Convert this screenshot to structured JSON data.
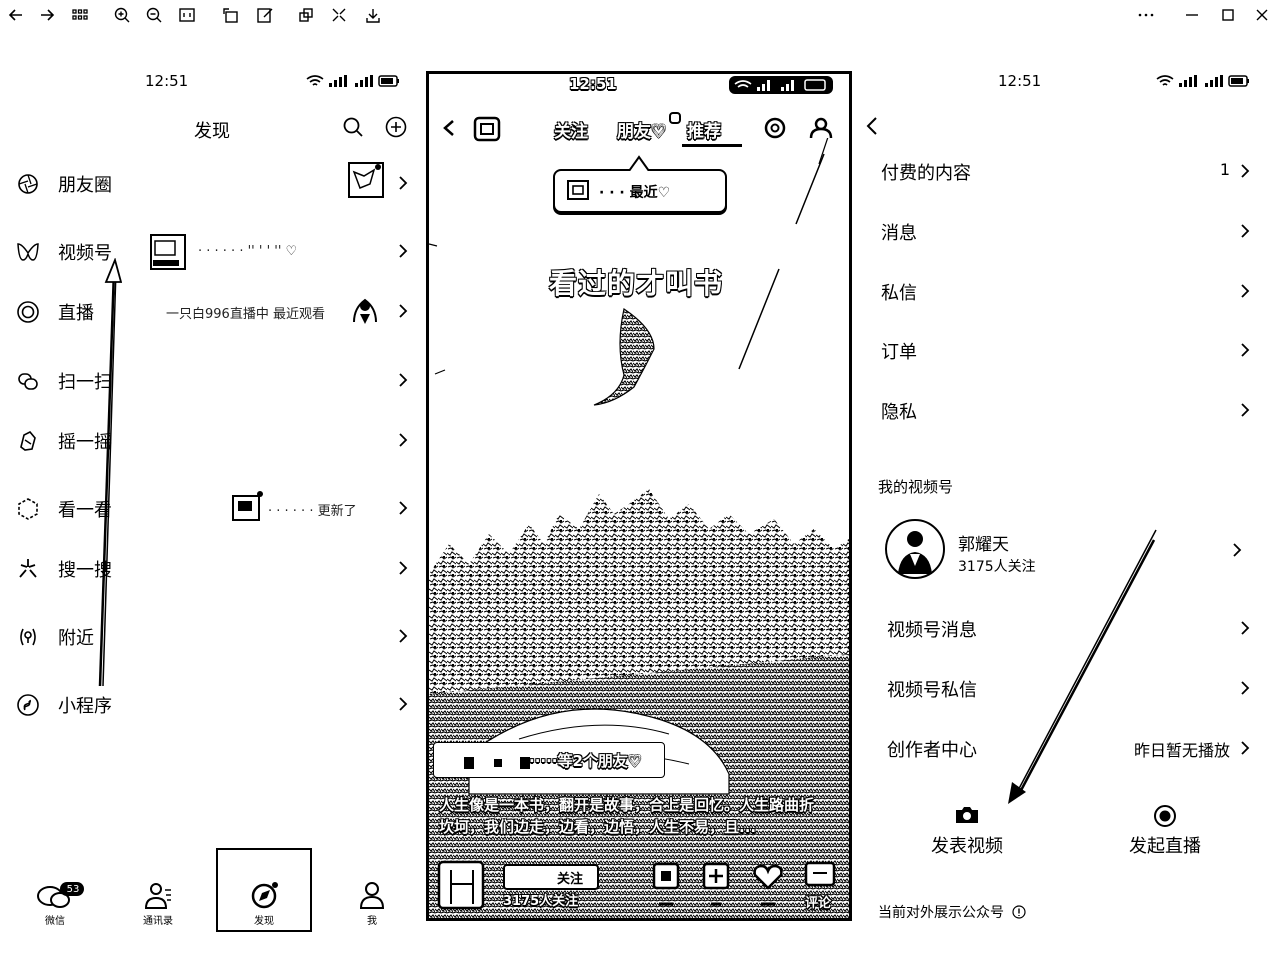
{
  "left": {
    "status_time": "12:51",
    "title": "发现",
    "menu": [
      {
        "label": "朋友圈",
        "trail": ""
      },
      {
        "label": "视频号",
        "trail": "· · ·  · ·  · '' ' ' '' ♡"
      },
      {
        "label": "直播",
        "trail": "一只白996直播中  最近观看"
      },
      {
        "label": "扫一扫",
        "trail": ""
      },
      {
        "label": "摇一摇",
        "trail": ""
      },
      {
        "label": "看一看",
        "trail": "·  ·  · ·  ·  · 更新了"
      },
      {
        "label": "搜一搜",
        "trail": ""
      },
      {
        "label": "附近",
        "trail": ""
      },
      {
        "label": "小程序",
        "trail": ""
      }
    ],
    "nav": [
      {
        "label": "微信",
        "badge": "53"
      },
      {
        "label": "通讯录",
        "badge": ""
      },
      {
        "label": "发现",
        "badge": ""
      },
      {
        "label": "我",
        "badge": ""
      }
    ]
  },
  "middle": {
    "status_time": "12:51",
    "tabs": [
      "关注",
      "朋友♡",
      "推荐"
    ],
    "popup": "· · · 最近♡",
    "headline": "看过的才叫书",
    "friends_liked": "·····等2个朋友♡",
    "caption_line1": "人生像是一本书，翻开是故事，合上是回忆。人生路曲折",
    "caption_line2": "坎坷，我们边走，边看，边悟，人生不易，且...",
    "follow_label": "关注",
    "follow_count": "3175人关注",
    "comment_label": "评论"
  },
  "right": {
    "status_time": "12:51",
    "rows": [
      {
        "label": "付费的内容",
        "value": "1"
      },
      {
        "label": "消息",
        "value": ""
      },
      {
        "label": "私信",
        "value": ""
      },
      {
        "label": "订单",
        "value": ""
      },
      {
        "label": "隐私",
        "value": ""
      }
    ],
    "section_title": "我的视频号",
    "profile_name": "郭耀天",
    "profile_followers": "3175人关注",
    "channel_rows": [
      {
        "label": "视频号消息",
        "value": ""
      },
      {
        "label": "视频号私信",
        "value": ""
      },
      {
        "label": "创作者中心",
        "value": "昨日暂无播放"
      }
    ],
    "publish_video": "发表视频",
    "start_live": "发起直播",
    "footer": "当前对外展示公众号"
  }
}
